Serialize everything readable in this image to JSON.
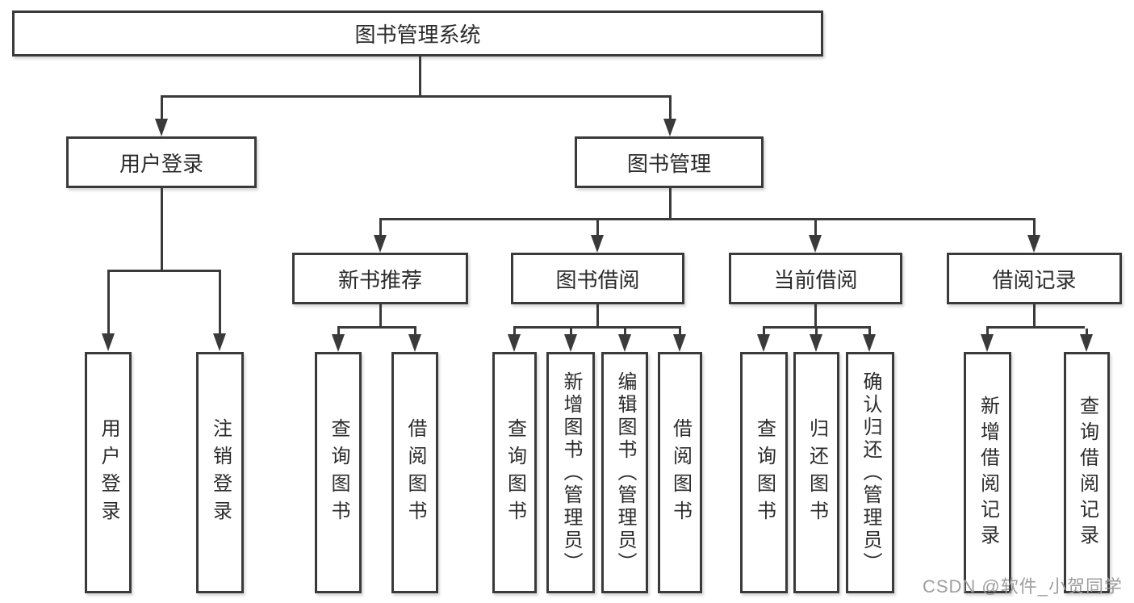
{
  "diagram": {
    "type": "tree",
    "root": {
      "label": "图书管理系统",
      "children": [
        {
          "label": "用户登录",
          "children": [
            {
              "label": "用户登录"
            },
            {
              "label": "注销登录"
            }
          ]
        },
        {
          "label": "图书管理",
          "children": [
            {
              "label": "新书推荐",
              "children": [
                {
                  "label": "查询图书"
                },
                {
                  "label": "借阅图书"
                }
              ]
            },
            {
              "label": "图书借阅",
              "children": [
                {
                  "label": "查询图书"
                },
                {
                  "label": "新增图书（管理员）"
                },
                {
                  "label": "编辑图书（管理员）"
                },
                {
                  "label": "借阅图书"
                }
              ]
            },
            {
              "label": "当前借阅",
              "children": [
                {
                  "label": "查询图书"
                },
                {
                  "label": "归还图书"
                },
                {
                  "label": "确认归还（管理员）"
                }
              ]
            },
            {
              "label": "借阅记录",
              "children": [
                {
                  "label": "新增借阅记录"
                },
                {
                  "label": "查询借阅记录"
                }
              ]
            }
          ]
        }
      ]
    },
    "watermark": "CSDN @软件_小贺同学",
    "colors": {
      "line": "#3a3a3a",
      "box_border": "#3a3a3a",
      "box_fill": "#ffffff",
      "text": "#2b2b2b",
      "watermark": "#9e9e9e",
      "background": "#ffffff"
    }
  }
}
